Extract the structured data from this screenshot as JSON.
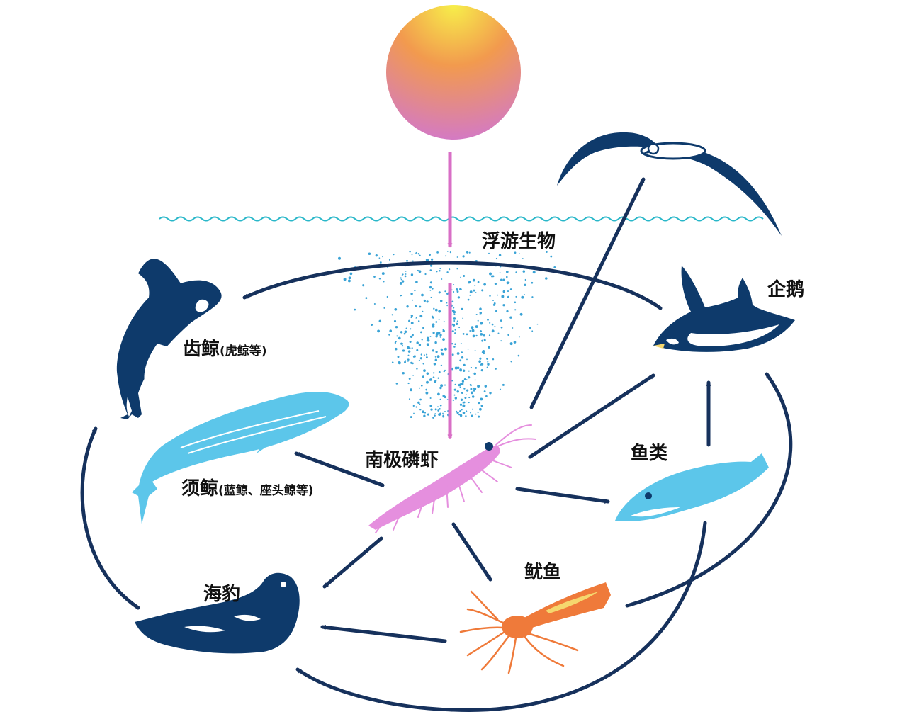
{
  "labels": {
    "plankton": "浮游生物",
    "penguin": "企鹅",
    "toothed_whale": "齿鲸",
    "toothed_whale_note": "(虎鲸等)",
    "krill": "南极磷虾",
    "baleen_whale": "须鲸",
    "baleen_whale_note": "(蓝鲸、座头鲸等)",
    "fish": "鱼类",
    "squid": "鱿鱼",
    "seal": "海豹"
  },
  "colors": {
    "arrow": "#16315c",
    "energy_arrow": "#d86fc6",
    "water": "#29b7c9",
    "plankton_dots": "#3aa3d6",
    "dark_animal": "#0e3a6b",
    "light_animal": "#5cc6ea",
    "krill": "#e58fde",
    "squid": "#ef7a3a"
  },
  "icons": {
    "sun": "sun-icon",
    "albatross": "albatross-icon",
    "orca": "orca-icon",
    "penguin": "penguin-icon",
    "blue_whale": "blue-whale-icon",
    "krill": "krill-icon",
    "fish": "fish-icon",
    "squid": "squid-icon",
    "seal": "seal-icon"
  }
}
